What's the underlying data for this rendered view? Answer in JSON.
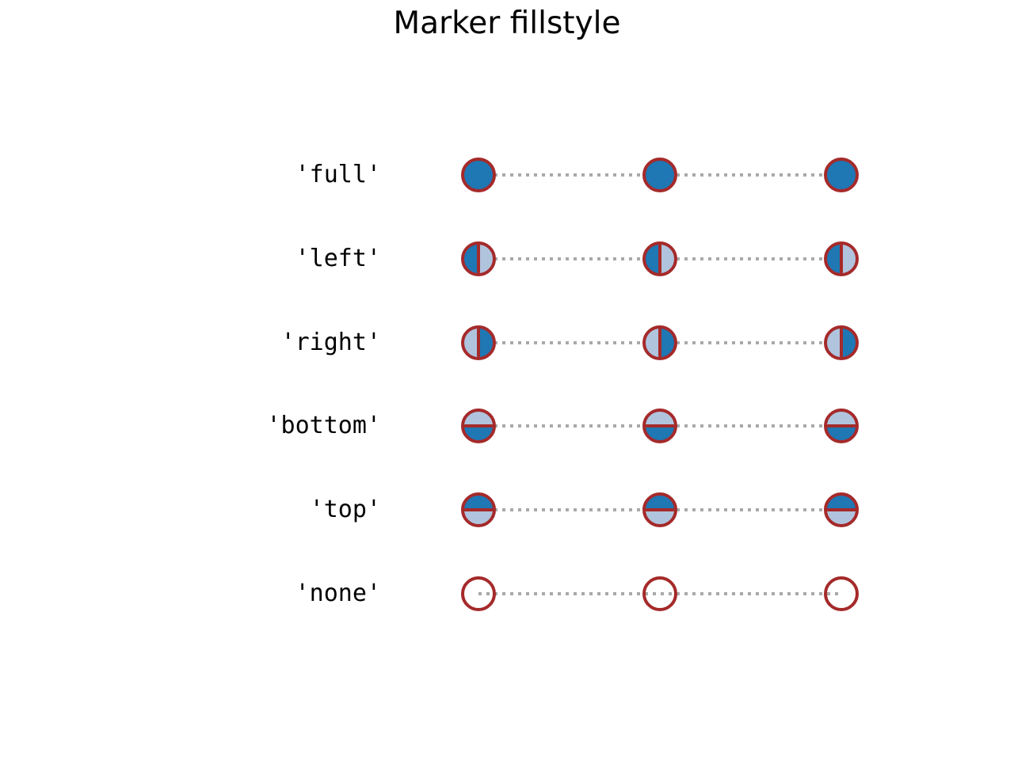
{
  "title": "Marker fillstyle",
  "chart_data": {
    "type": "line",
    "title": "Marker fillstyle",
    "marker": "o",
    "linestyle": "dotted",
    "x": [
      0,
      1,
      2
    ],
    "points_per_row": 3,
    "rows": [
      {
        "label": "'full'",
        "fillstyle": "full"
      },
      {
        "label": "'left'",
        "fillstyle": "left"
      },
      {
        "label": "'right'",
        "fillstyle": "right"
      },
      {
        "label": "'bottom'",
        "fillstyle": "bottom"
      },
      {
        "label": "'top'",
        "fillstyle": "top"
      },
      {
        "label": "'none'",
        "fillstyle": "none"
      }
    ],
    "colors": {
      "markerface": "#1f77b4",
      "markerfacealt": "#b0c4de",
      "markeredge": "#a52a2a",
      "line": "#a9a9a9",
      "text": "#000000",
      "background": "#ffffff"
    },
    "layout": {
      "axes_visible": false,
      "grid": false,
      "legend": false
    }
  }
}
